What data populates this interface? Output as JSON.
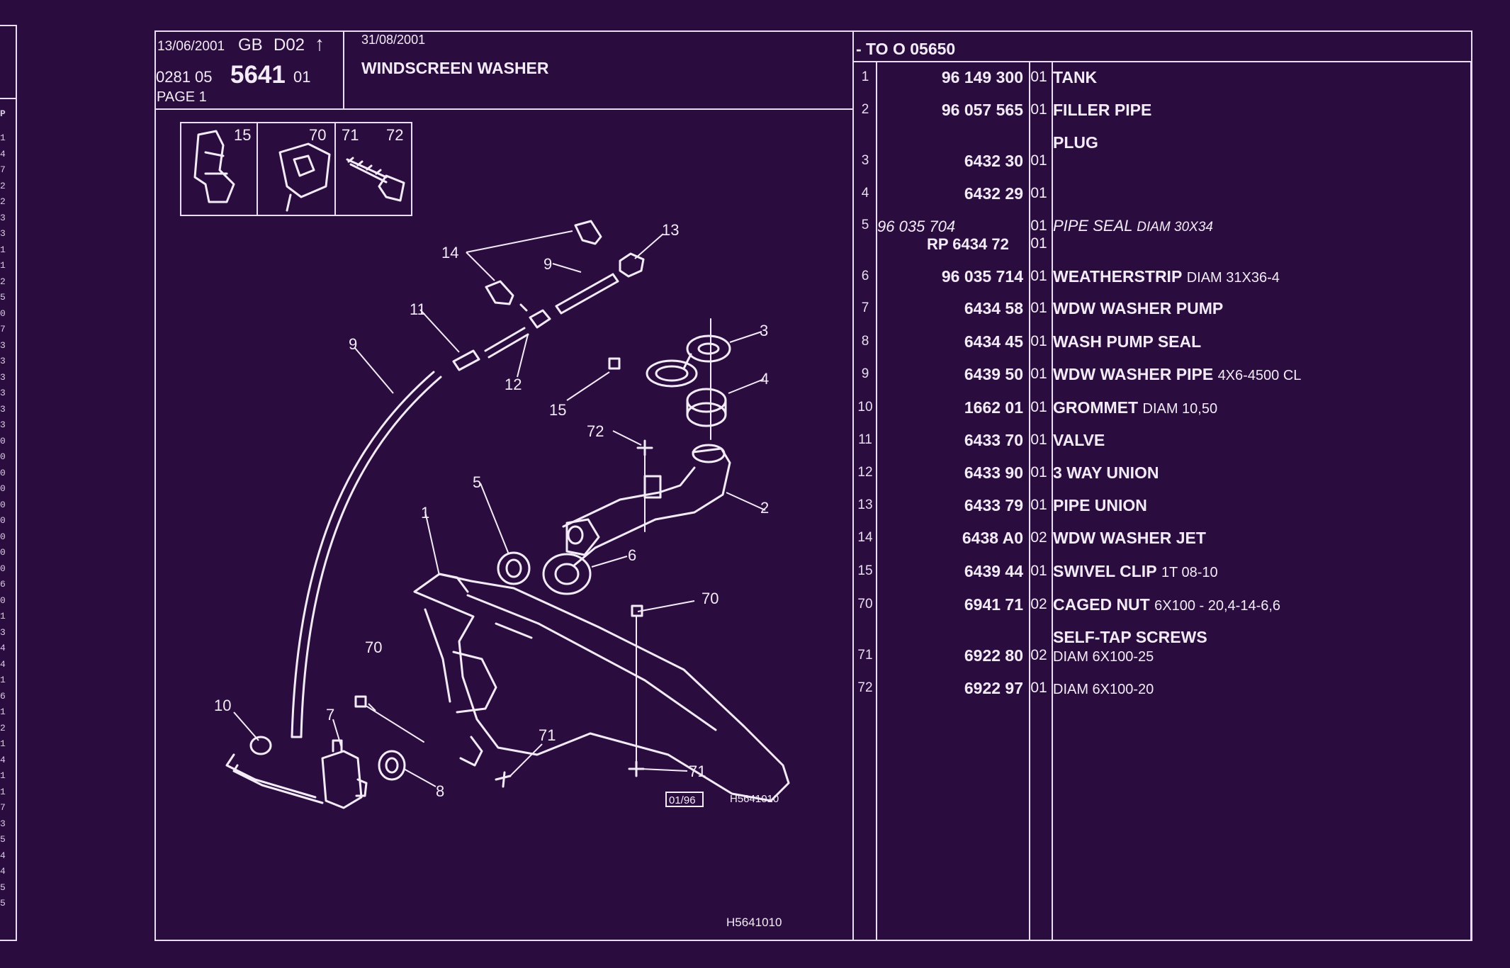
{
  "header": {
    "date": "13/06/2001",
    "lang": "GB",
    "code": "D02",
    "ref_prefix": "0281 05",
    "ref_main": "5641",
    "ref_suffix": "01",
    "page": "PAGE 1",
    "date2": "31/08/2001",
    "title": "WINDSCREEN WASHER",
    "range": "- TO O   05650"
  },
  "diagram": {
    "thumb_labels": [
      "15",
      "70",
      "71",
      "72"
    ],
    "callouts": [
      "14",
      "13",
      "9",
      "11",
      "9",
      "12",
      "3",
      "15",
      "4",
      "72",
      "2",
      "5",
      "1",
      "6",
      "70",
      "70",
      "7",
      "10",
      "71",
      "8",
      "71"
    ],
    "stamp": "01/96",
    "ref_code": "H5641010",
    "footer_code": "H5641010"
  },
  "parts": [
    {
      "ref": "1",
      "part": "96 149 300",
      "qty": "01",
      "name": "TANK",
      "spec": ""
    },
    {
      "ref": "2",
      "part": "96 057 565",
      "qty": "01",
      "name": "FILLER PIPE",
      "spec": ""
    },
    {
      "ref": "",
      "part": "",
      "qty": "",
      "name": "PLUG",
      "spec": ""
    },
    {
      "ref": "3",
      "part": "6432 30",
      "qty": "01",
      "name": "",
      "spec": ""
    },
    {
      "ref": "4",
      "part": "6432 29",
      "qty": "01",
      "name": "",
      "spec": ""
    },
    {
      "ref": "6",
      "part": "96 035 714",
      "qty": "01",
      "name": "WEATHERSTRIP",
      "spec": "DIAM 31X36-4"
    },
    {
      "ref": "7",
      "part": "6434 58",
      "qty": "01",
      "name": "WDW WASHER PUMP",
      "spec": ""
    },
    {
      "ref": "8",
      "part": "6434 45",
      "qty": "01",
      "name": "WASH PUMP SEAL",
      "spec": ""
    },
    {
      "ref": "9",
      "part": "6439 50",
      "qty": "01",
      "name": "WDW WASHER PIPE",
      "spec": "4X6-4500 CL"
    },
    {
      "ref": "10",
      "part": "1662 01",
      "qty": "01",
      "name": "GROMMET",
      "spec": "DIAM 10,50"
    },
    {
      "ref": "11",
      "part": "6433 70",
      "qty": "01",
      "name": "VALVE",
      "spec": ""
    },
    {
      "ref": "12",
      "part": "6433 90",
      "qty": "01",
      "name": "3 WAY UNION",
      "spec": ""
    },
    {
      "ref": "13",
      "part": "6433 79",
      "qty": "01",
      "name": "PIPE UNION",
      "spec": ""
    },
    {
      "ref": "14",
      "part": "6438 A0",
      "qty": "02",
      "name": "WDW WASHER JET",
      "spec": ""
    },
    {
      "ref": "15",
      "part": "6439 44",
      "qty": "01",
      "name": "SWIVEL CLIP",
      "spec": "1T 08-10"
    },
    {
      "ref": "70",
      "part": "6941 71",
      "qty": "02",
      "name": "CAGED NUT",
      "spec": "6X100 - 20,4-14-6,6"
    },
    {
      "ref": "",
      "part": "",
      "qty": "",
      "name": "SELF-TAP SCREWS",
      "spec": ""
    },
    {
      "ref": "71",
      "part": "6922 80",
      "qty": "02",
      "name": "",
      "spec": "DIAM 6X100-25"
    },
    {
      "ref": "72",
      "part": "6922 97",
      "qty": "01",
      "name": "",
      "spec": "DIAM 6X100-20"
    }
  ],
  "row5": {
    "ref": "5",
    "part_a": "96 035 704",
    "part_b": "RP  6434 72",
    "qty_a": "01",
    "qty_b": "01",
    "name": "PIPE SEAL",
    "spec": "DIAM 30X34"
  },
  "left_strip": {
    "header": "P",
    "digits": [
      "1",
      "4",
      "7",
      "2",
      "2",
      "3",
      "3",
      "1",
      "1",
      "2",
      "5",
      "0",
      "7",
      "3",
      "3",
      "3",
      "3",
      "3",
      "3",
      "0",
      "0",
      "0",
      "0",
      "0",
      "0",
      "0",
      "0",
      "0",
      "6",
      "0",
      "1",
      "3",
      "4",
      "4",
      "1",
      "6",
      "1",
      "2",
      "1",
      "4",
      "1",
      "1",
      "7",
      "3",
      "5",
      "4",
      "4",
      "5",
      "5"
    ]
  }
}
